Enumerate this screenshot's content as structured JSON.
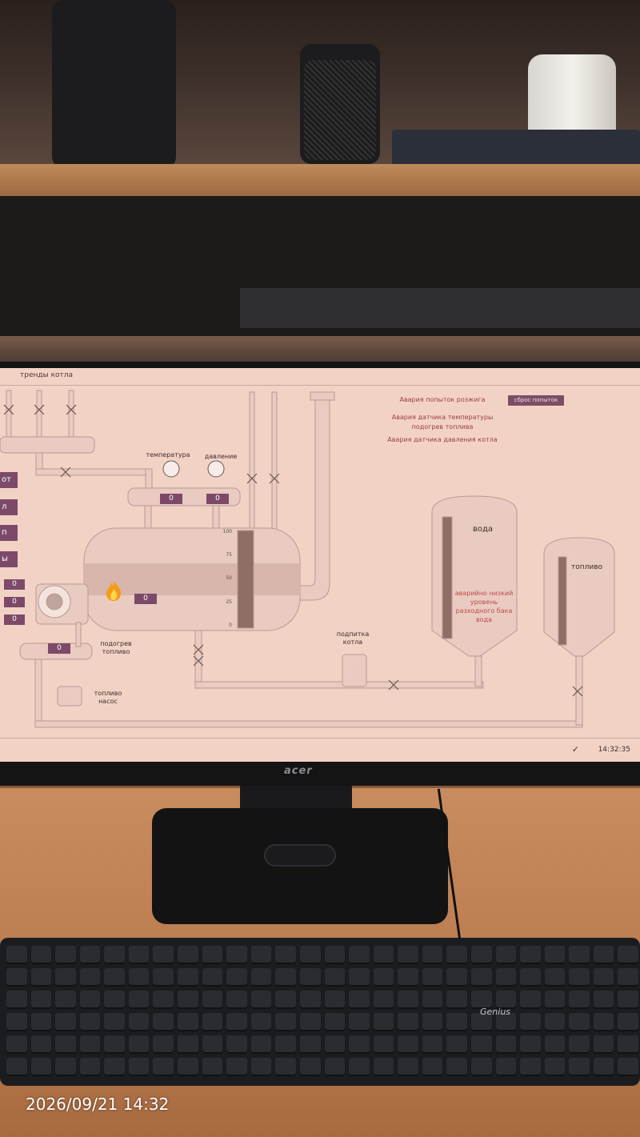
{
  "screen": {
    "tab_label": "тренды котла",
    "labels": {
      "temperature": "температура",
      "pressure": "давление",
      "fuel_heating": "подогрев топливо",
      "boiler_feed": "подпитка котла",
      "fuel_pump": "топливо насос",
      "water_tank": "вода",
      "fuel_tank": "топливо"
    },
    "alarms": {
      "ignition_attempts": "Авария попыток розжига",
      "fuel_temp_sensor": "Авария датчика температуры подогрев топлива",
      "boiler_pressure_sensor": "Авария датчика давления котла",
      "low_water_level": "аварийно низкий уровень разходного бака вода"
    },
    "reset_button_label": "сброс попыток",
    "values": {
      "temperature": "0",
      "pressure": "0",
      "flame": "0",
      "fuel_heating": "0",
      "left_1": "0",
      "left_2": "0",
      "left_3": "0"
    },
    "side_buttons": [
      "от",
      "л",
      "п",
      "ы"
    ],
    "boiler_scale": [
      "100",
      "75",
      "50",
      "25",
      "0"
    ],
    "clock": "14:32:35",
    "status_check": "✓",
    "level_water": 0.95,
    "level_fuel": 0.96
  },
  "monitor_brand": "acer",
  "keyboard_brand": "Genius",
  "photo_timestamp": "2026/09/21 14:32",
  "colors": {
    "screen_bg": "#f3d2c6",
    "pipe": "#e7c7bd",
    "value_box": "#7c4a68",
    "alarm_text": "#9a4040"
  }
}
